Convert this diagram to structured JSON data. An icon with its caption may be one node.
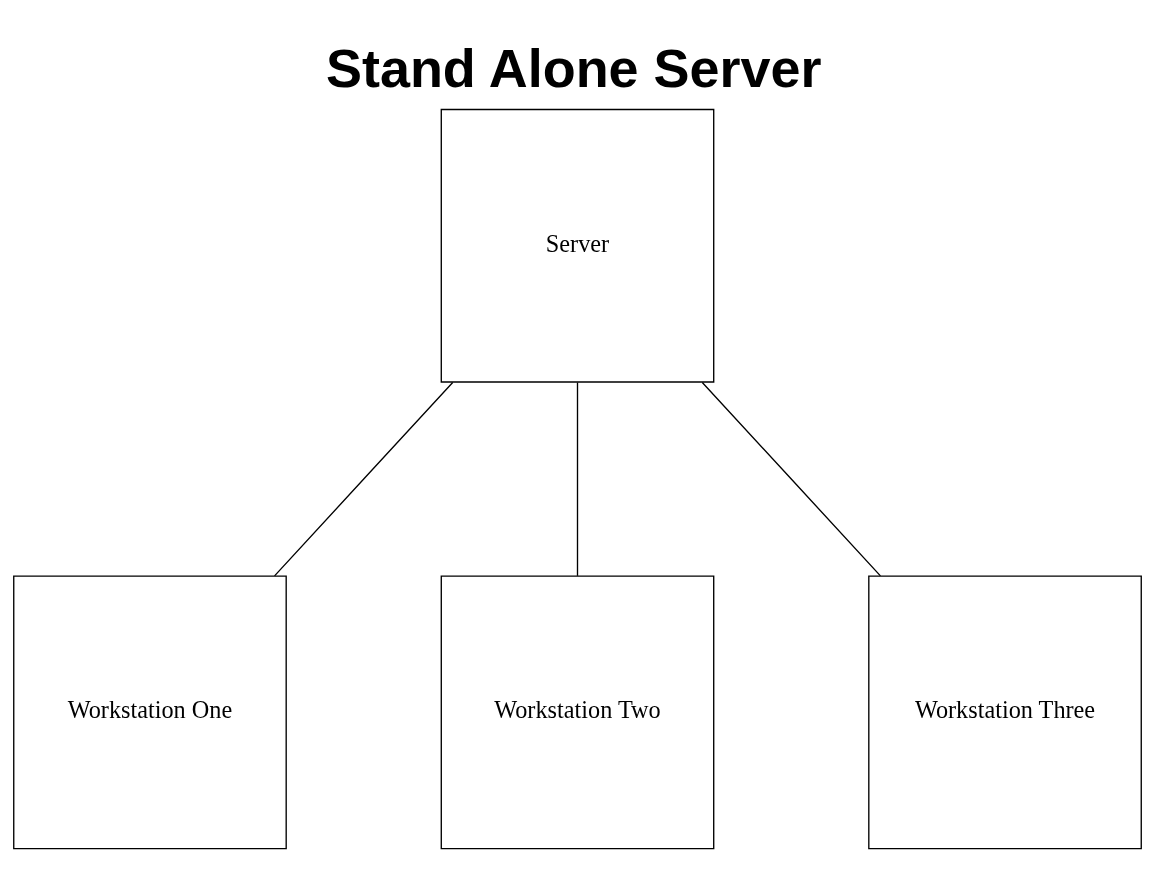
{
  "diagram": {
    "title": "Stand Alone Server",
    "nodes": [
      {
        "text": [
          "Server"
        ]
      },
      {
        "text": [
          "Workstation One"
        ]
      },
      {
        "text": [
          "Workstation Two"
        ]
      },
      {
        "text": [
          "Workstation Three"
        ]
      }
    ],
    "edges": [
      {
        "from": 0,
        "to": 1,
        "arrow": "none"
      },
      {
        "from": 0,
        "to": 2,
        "arrow": "none"
      },
      {
        "from": 0,
        "to": 3,
        "arrow": "none"
      }
    ]
  }
}
